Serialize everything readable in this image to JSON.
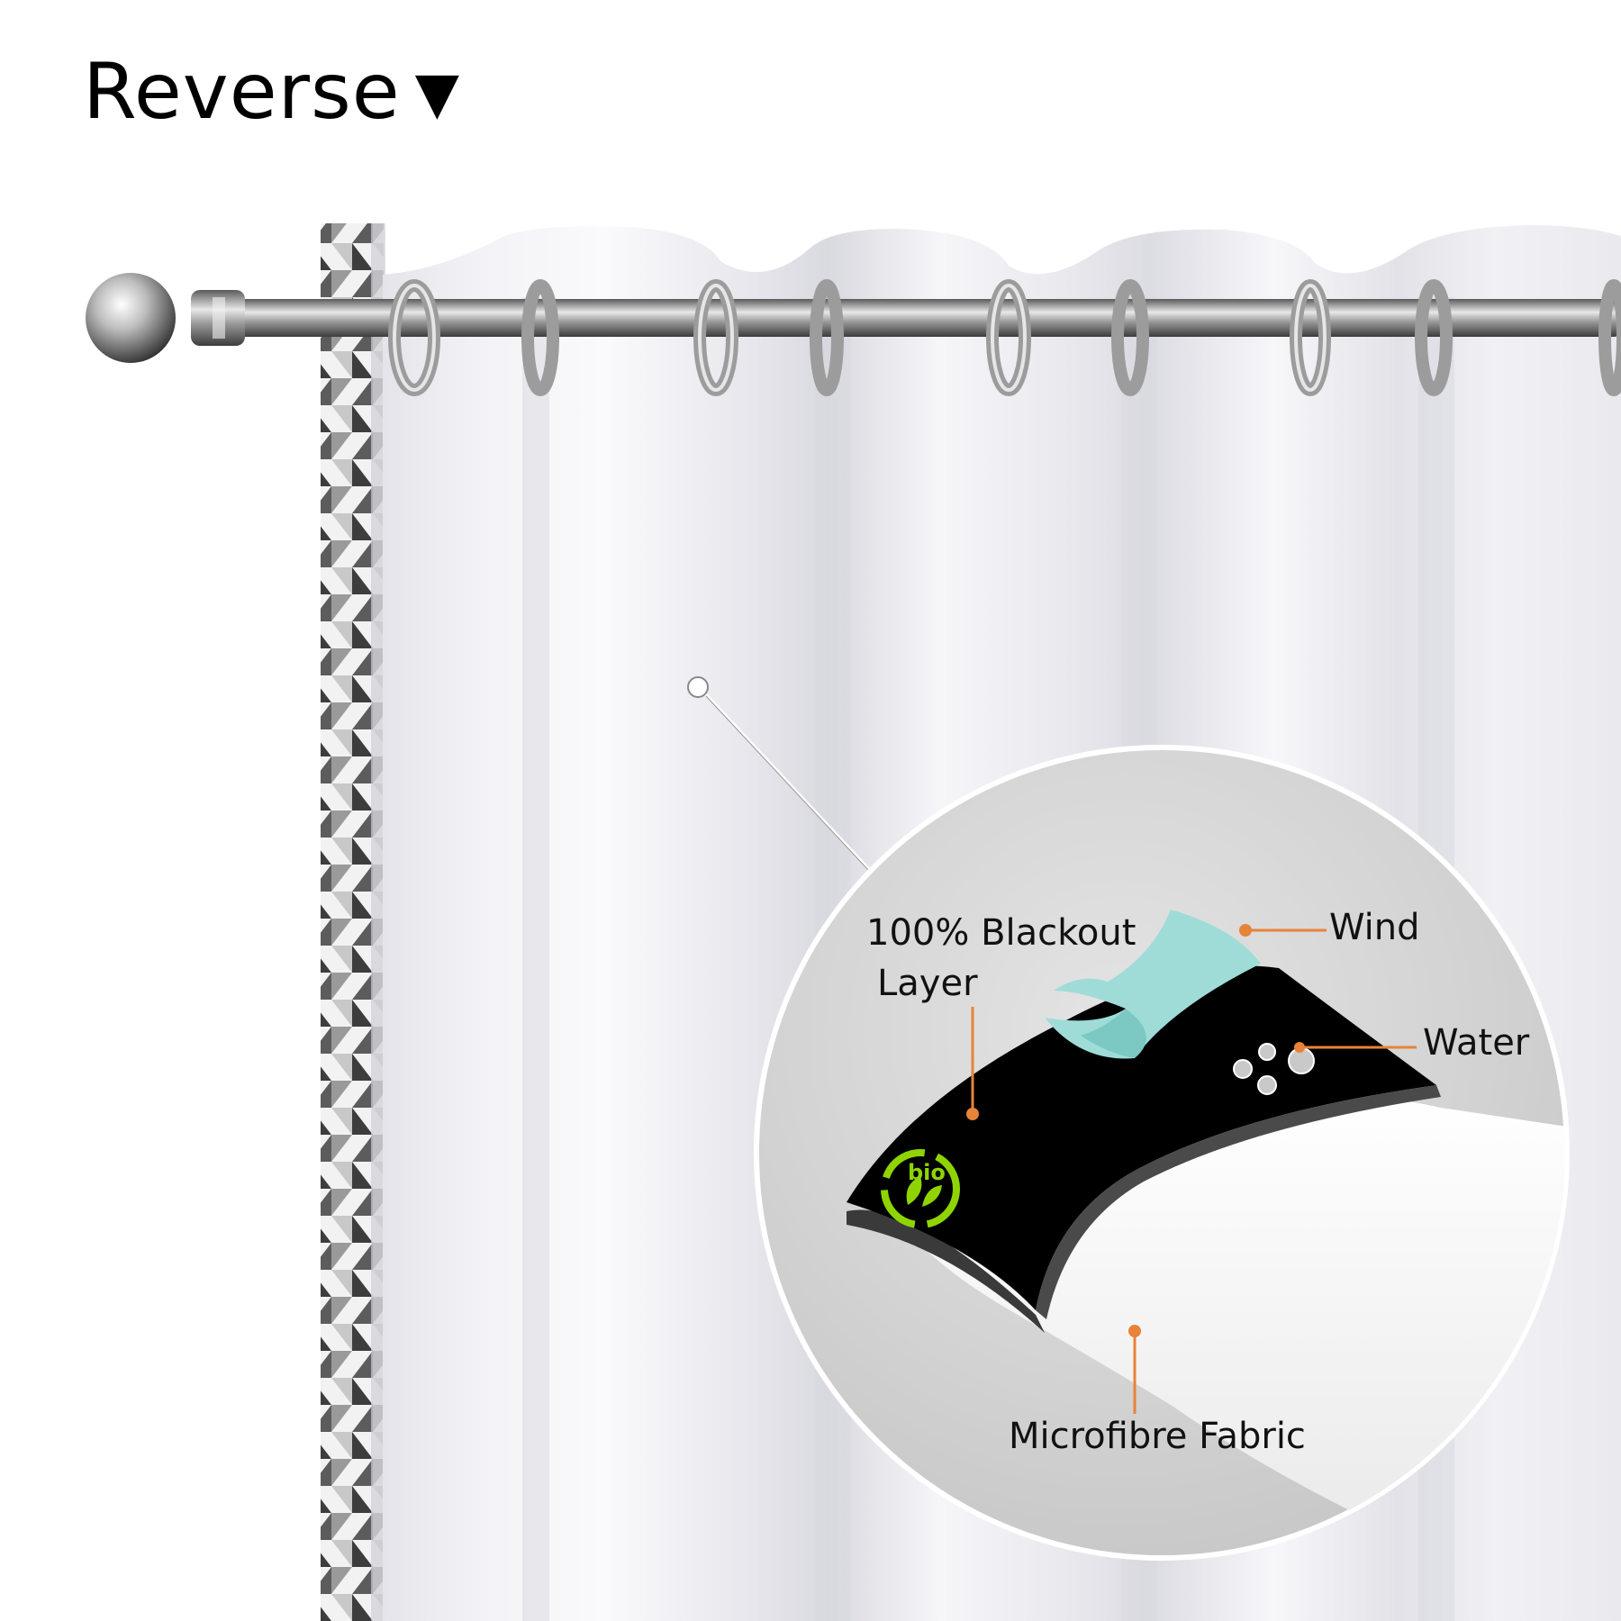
{
  "heading": {
    "text": "Reverse",
    "arrow": "▼"
  },
  "callouts": {
    "blackout_line1": "100% Blackout",
    "blackout_line2": "Layer",
    "wind": "Wind",
    "water": "Water",
    "microfibre": "Microfibre Fabric",
    "bio_logo": "bio"
  },
  "colors": {
    "accent": "#e8833a",
    "curtain": "#eeeef2",
    "blackout_layer": "#000000",
    "wind_ribbon": "#9fdcd8",
    "bio_logo": "#8fd400"
  },
  "icons": {
    "bio": "bio-recycle-leaf-icon",
    "rod_finial": "ball-finial-icon"
  }
}
